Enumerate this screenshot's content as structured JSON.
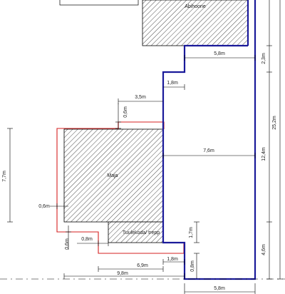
{
  "labels": {
    "neighbor": "Abihoone",
    "house": "Maja",
    "stairs": "Tuulekoda/ trepp"
  },
  "dimensions": {
    "d_5_8_top": "5,8m",
    "d_2_3": "2,3m",
    "d_25_2": "25,2m",
    "d_1_8_top": "1,8m",
    "d_3_5": "3,5m",
    "d_0_6_top": "0,6m",
    "d_12_4": "12,4m",
    "d_7_7": "7,7m",
    "d_7_6": "7,6m",
    "d_0_6_left": "0,6m",
    "d_1_7": "1,7m",
    "d_0_6_bottom": "0,6m",
    "d_0_8_left": "0,8m",
    "d_4_6": "4,6m",
    "d_1_8_bottom": "1,8m",
    "d_6_9": "6,9m",
    "d_0_8_bottom": "0,8m",
    "d_9_8": "9,8m",
    "d_5_8_bottom": "5,8m"
  },
  "colors": {
    "plot_boundary": "#1a1a9a",
    "house_footprint_extension": "#d42020",
    "hatch": "#000000"
  }
}
